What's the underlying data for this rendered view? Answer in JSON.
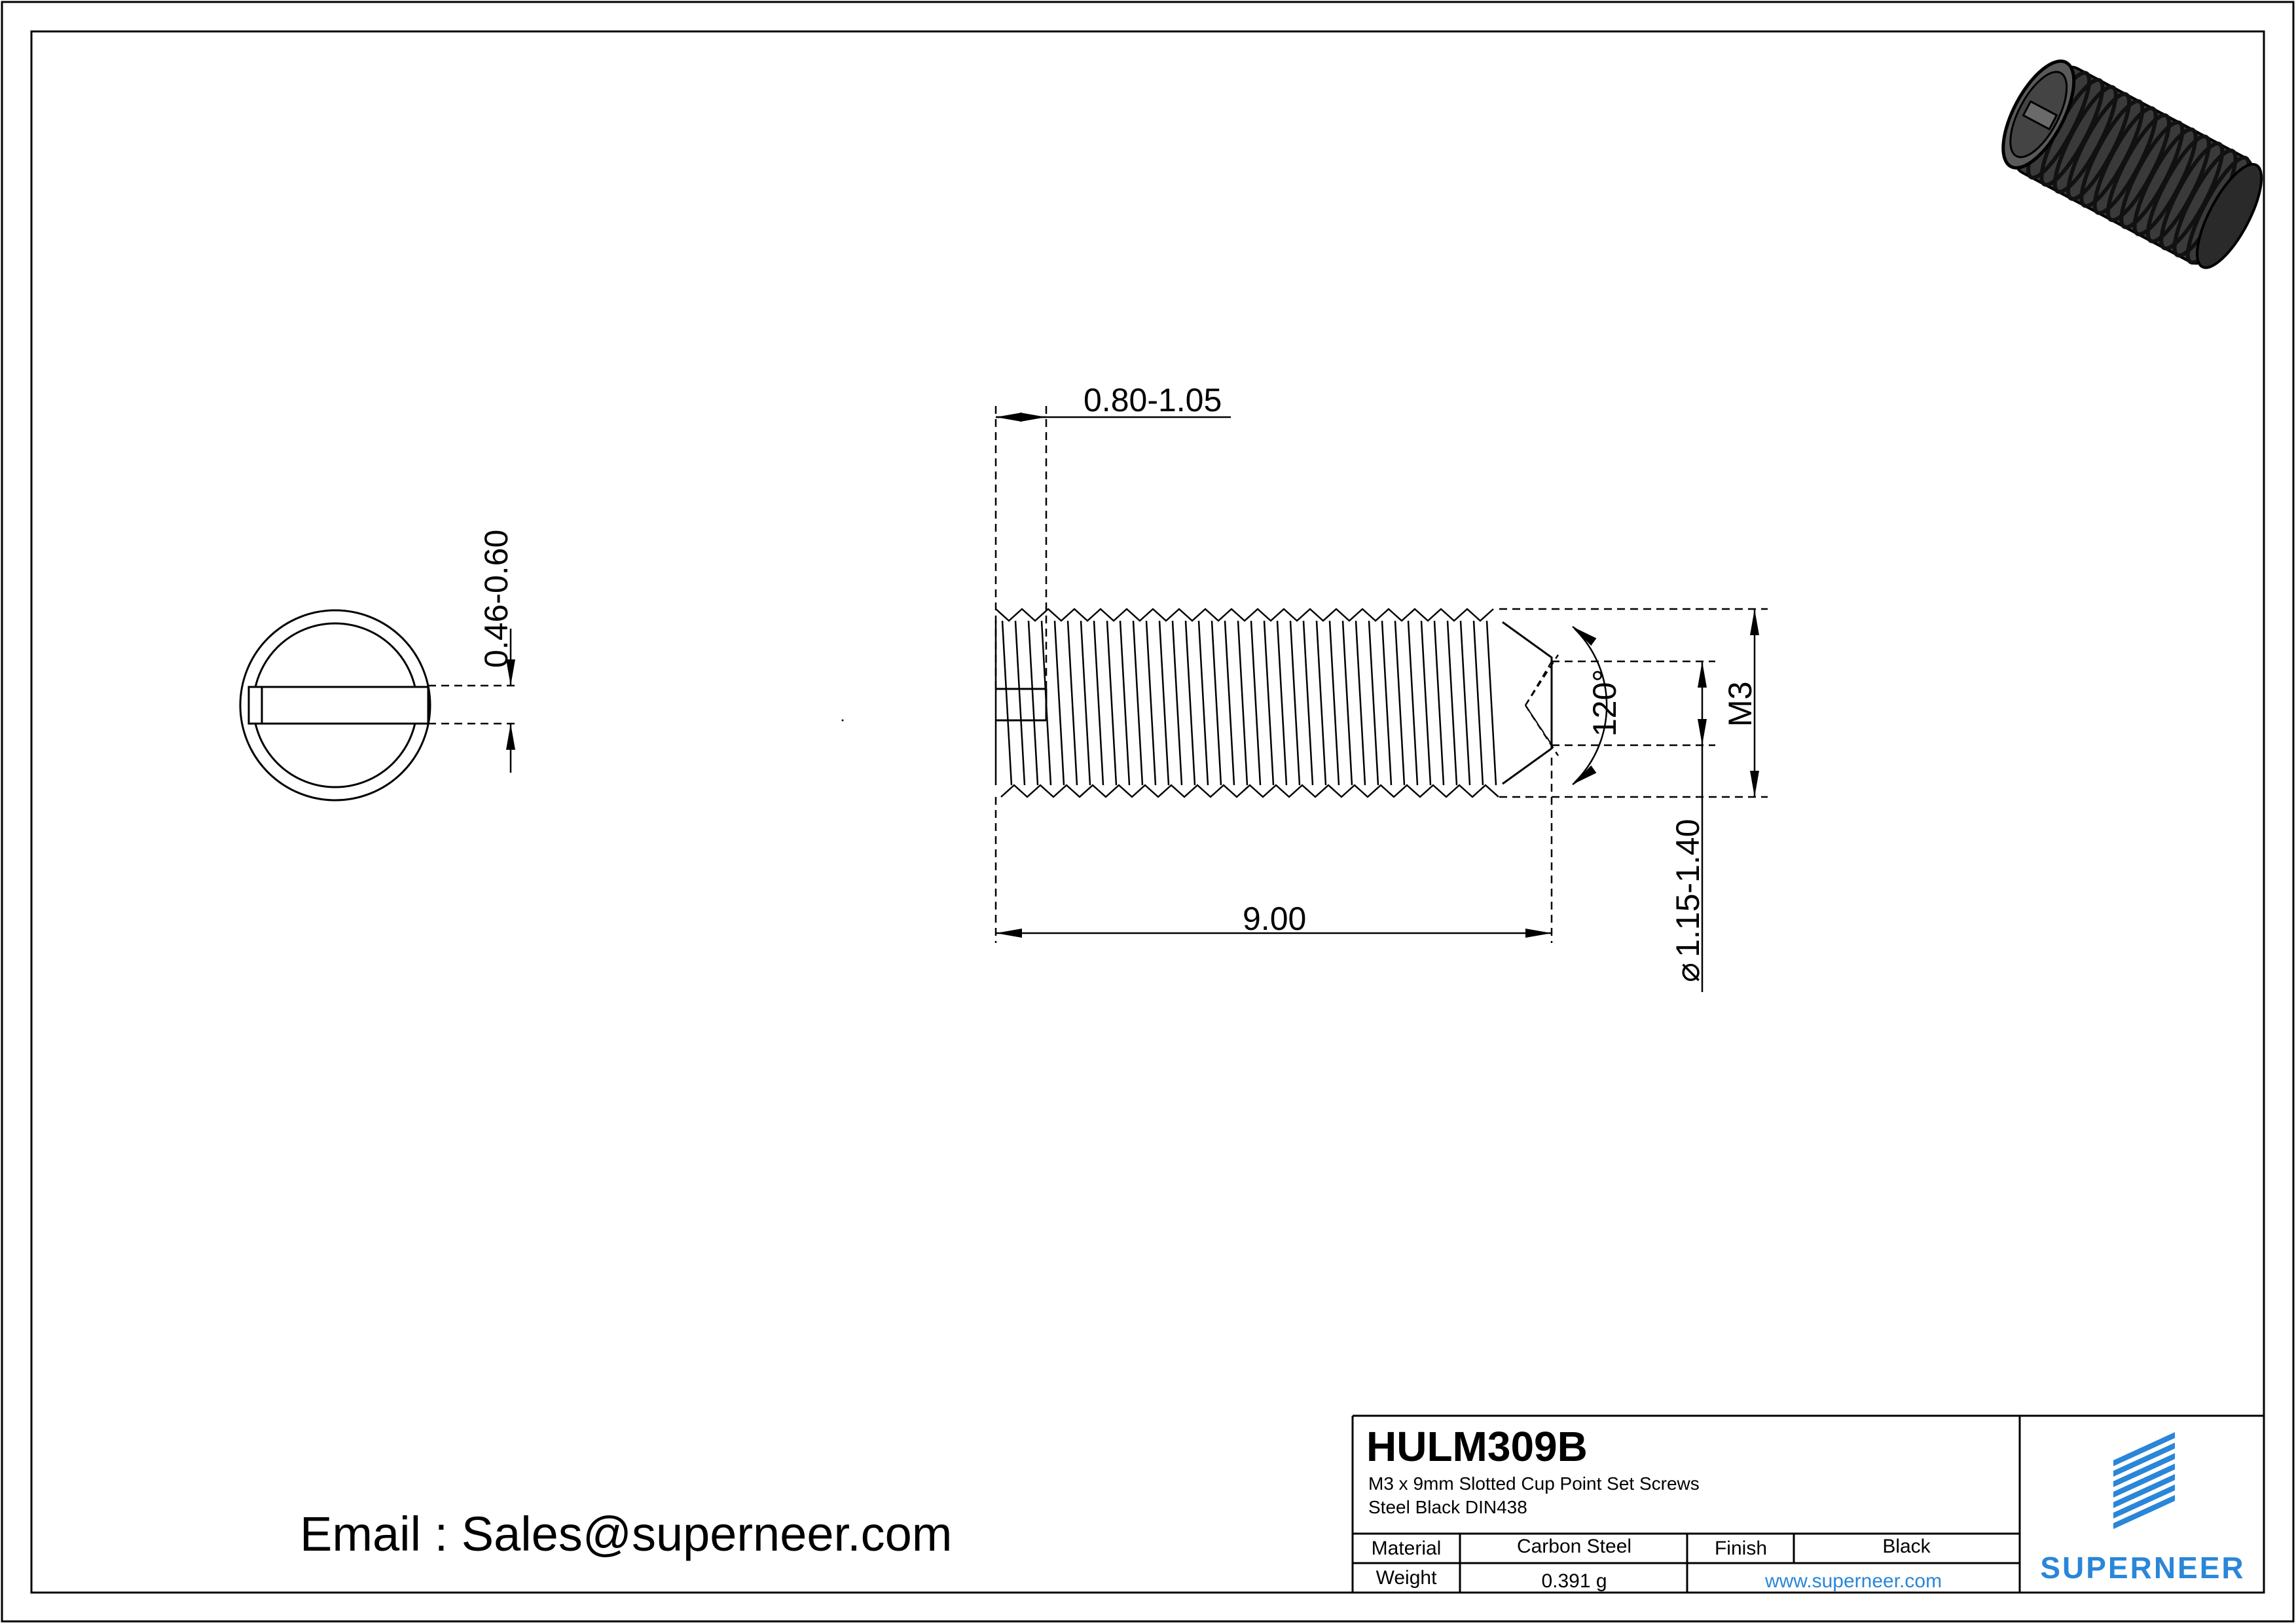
{
  "title_block": {
    "part_number": "HULM309B",
    "description_line1": "M3 x 9mm Slotted Cup Point Set Screws",
    "description_line2": "Steel Black DIN438",
    "material_label": "Material",
    "material_value": "Carbon Steel",
    "finish_label": "Finish",
    "finish_value": "Black",
    "weight_label": "Weight",
    "weight_value": "0.391 g",
    "website": "www.superneer.com",
    "brand": "SUPERNEER"
  },
  "contact": {
    "email": "Email : Sales@superneer.com"
  },
  "dimensions": {
    "slot_depth": "0.80-1.05",
    "slot_width": "0.46-0.60",
    "length": "9.00",
    "thread": "M3",
    "cup_angle": "120°",
    "cup_diameter": "1.15-1.40",
    "diameter_symbol": "⌀"
  },
  "colors": {
    "line": "#000000",
    "brand": "#2a86d8",
    "iso_body": "#3a3a3a"
  }
}
